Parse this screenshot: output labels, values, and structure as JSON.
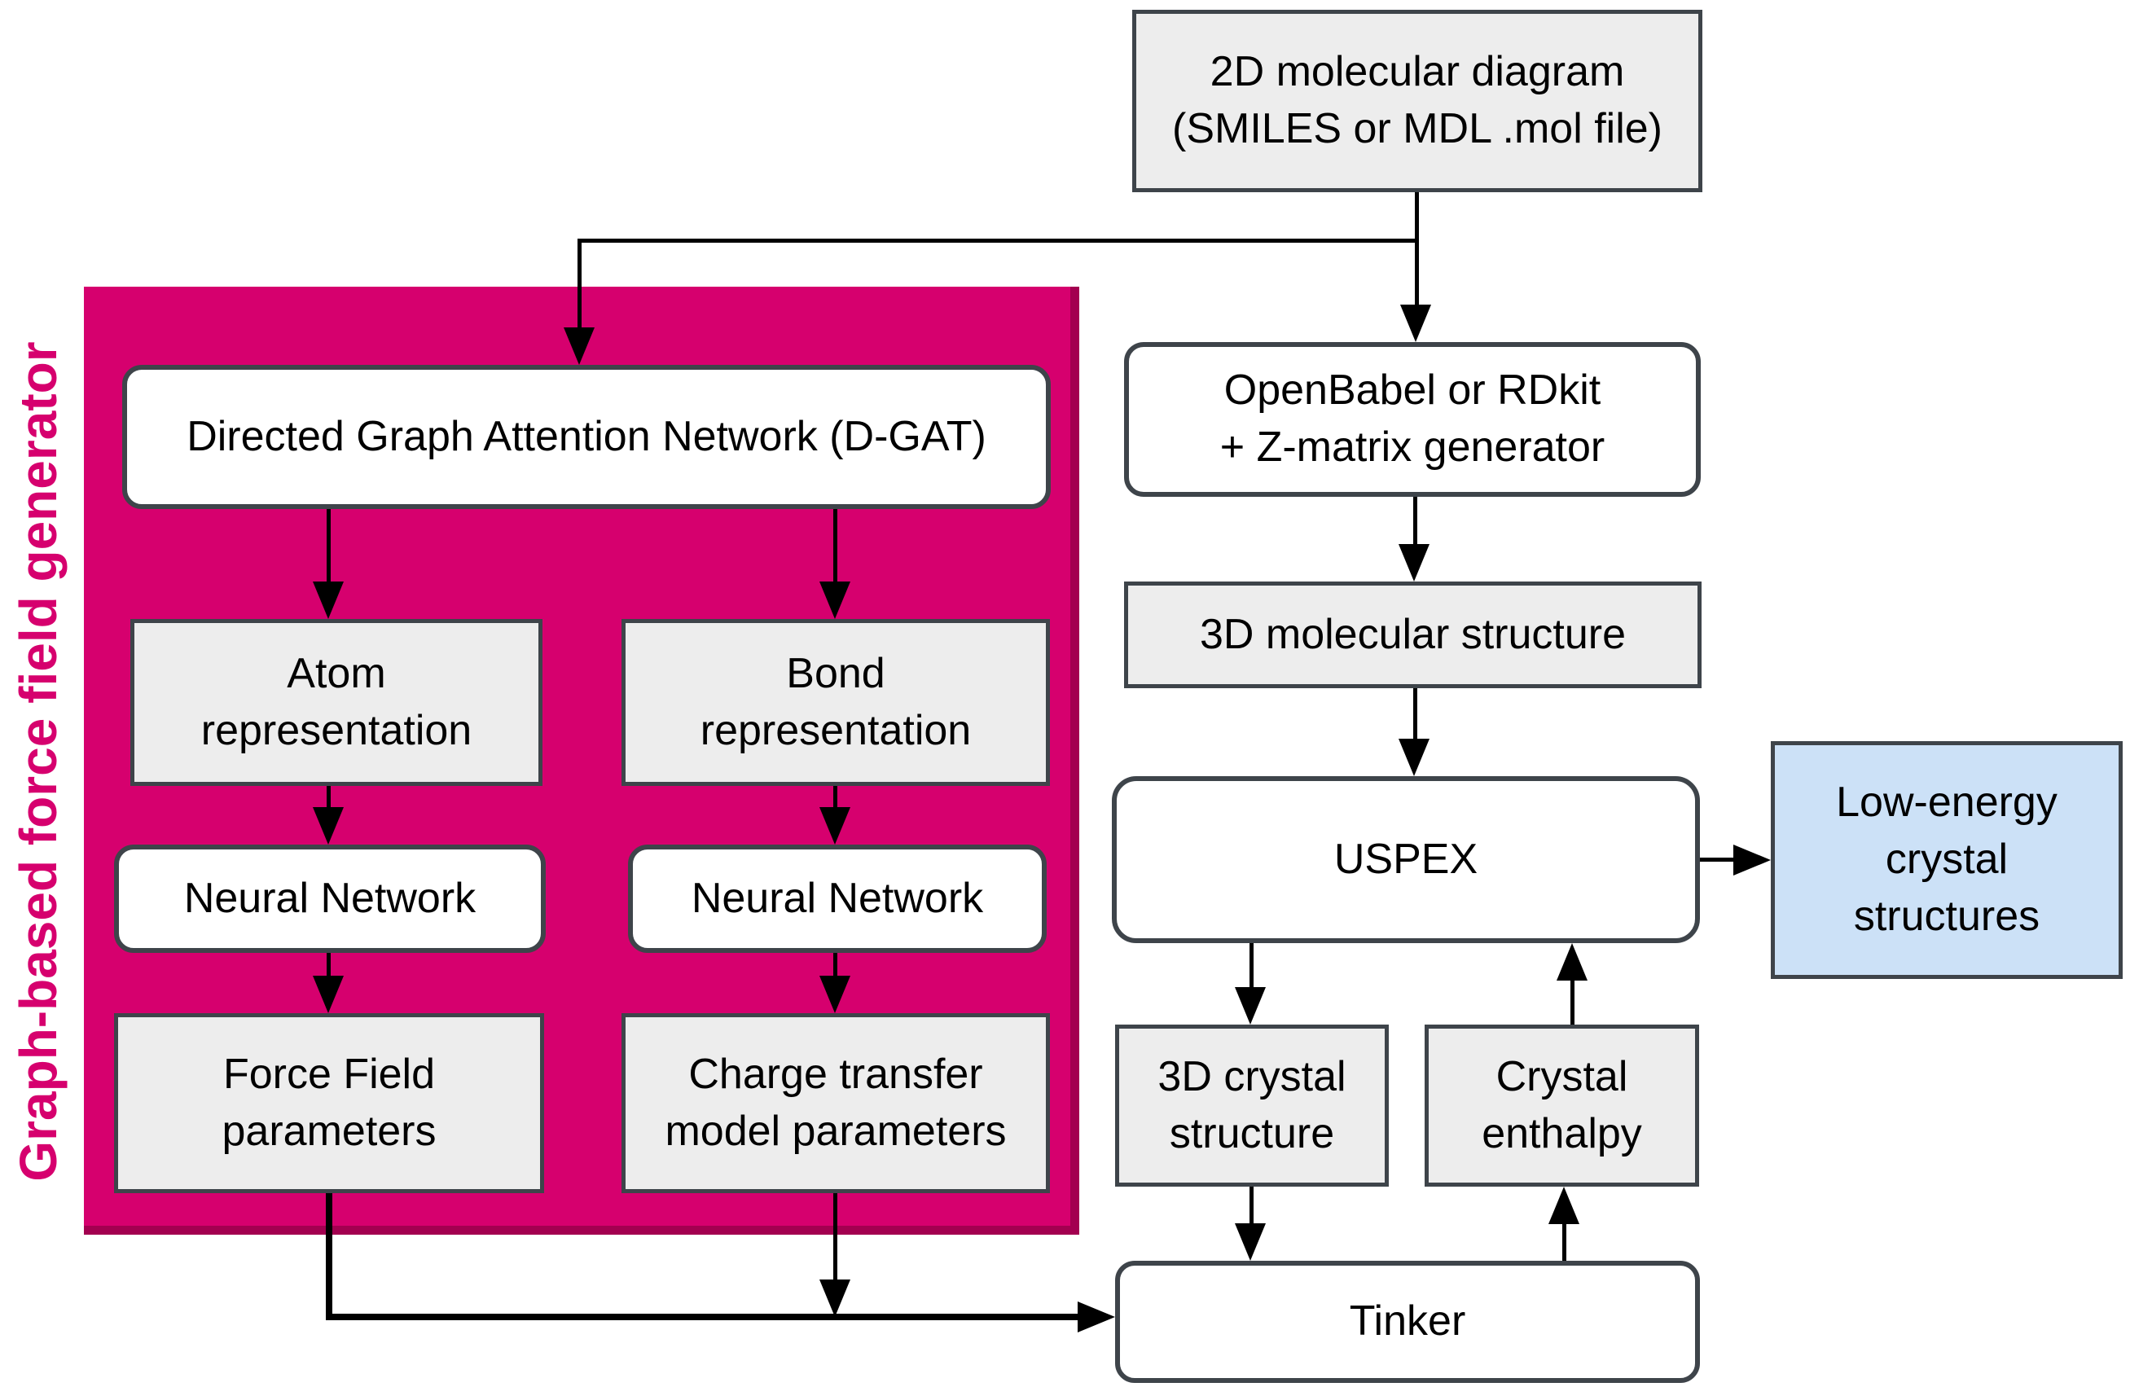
{
  "diagram": {
    "group_label": "Graph-based force field generator",
    "colors": {
      "group_fill": "#d6006e",
      "group_shadow": "#a30050",
      "node_gray_fill": "#ededed",
      "node_white_fill": "#ffffff",
      "node_border": "#3e444a",
      "highlight_blue_fill": "#cce1f7",
      "arrow": "#000000"
    },
    "nodes": {
      "molecular_diagram_2d": {
        "label": "2D molecular diagram\n(SMILES or MDL .mol file)"
      },
      "dgat": {
        "label": "Directed Graph Attention Network (D-GAT)"
      },
      "atom_representation": {
        "label": "Atom\nrepresentation"
      },
      "bond_representation": {
        "label": "Bond\nrepresentation"
      },
      "neural_network_left": {
        "label": "Neural Network"
      },
      "neural_network_right": {
        "label": "Neural Network"
      },
      "force_field_parameters": {
        "label": "Force Field\nparameters"
      },
      "charge_transfer_model": {
        "label": "Charge transfer\nmodel parameters"
      },
      "openbabel_rdkit": {
        "label": "OpenBabel or RDkit\n+ Z-matrix generator"
      },
      "molecular_structure_3d": {
        "label": "3D molecular structure"
      },
      "uspex": {
        "label": "USPEX"
      },
      "low_energy_structures": {
        "label": "Low-energy\ncrystal\nstructures"
      },
      "crystal_structure_3d": {
        "label": "3D crystal\nstructure"
      },
      "crystal_enthalpy": {
        "label": "Crystal\nenthalpy"
      },
      "tinker": {
        "label": "Tinker"
      }
    }
  }
}
